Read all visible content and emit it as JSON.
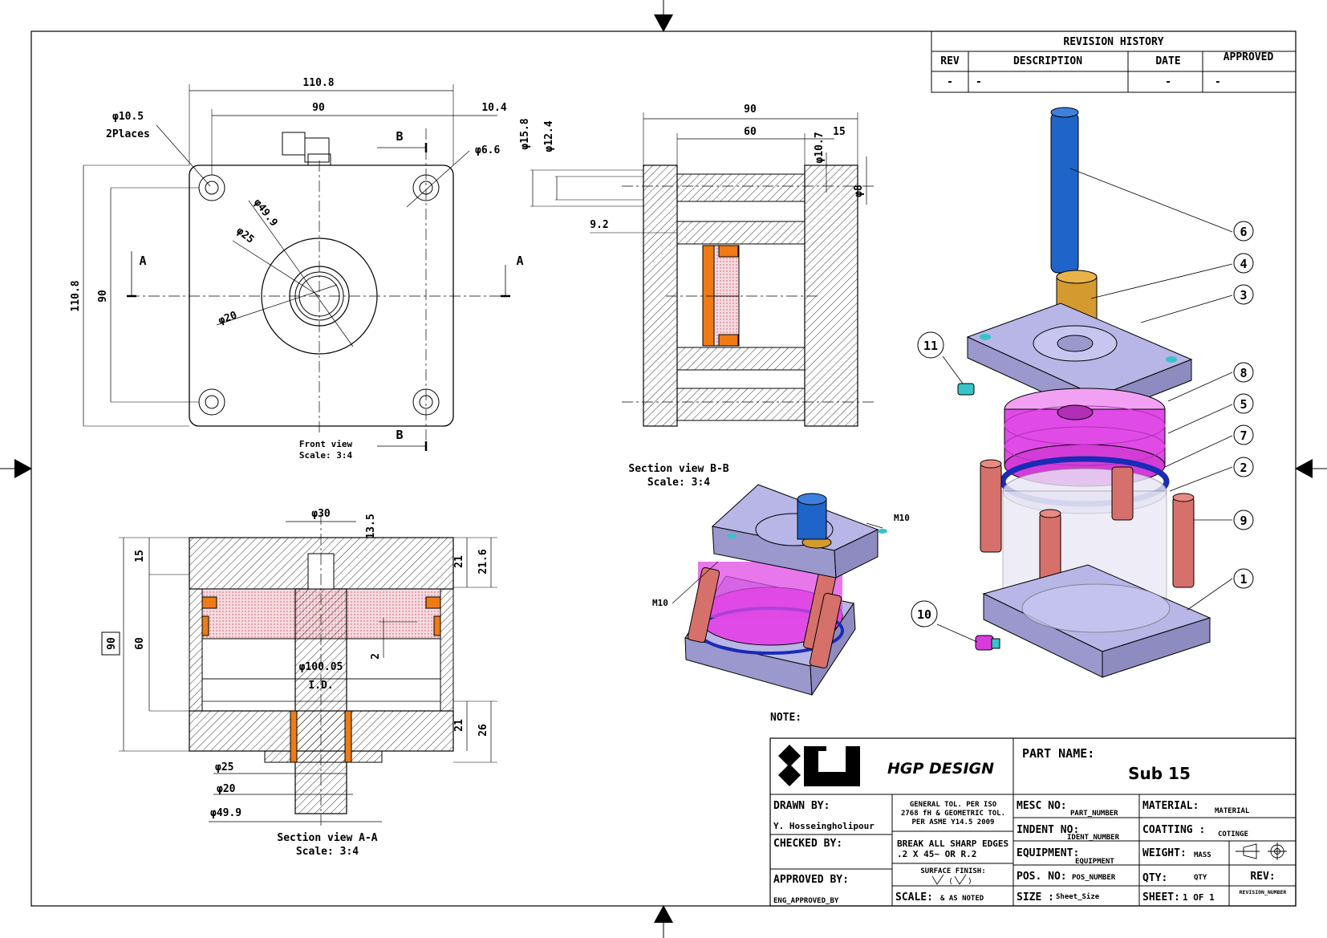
{
  "revision_history": {
    "title": "REVISION HISTORY",
    "columns": [
      "REV",
      "DESCRIPTION",
      "DATE",
      "APPROVED"
    ],
    "rows": [
      [
        "-",
        "-",
        "-",
        "-"
      ]
    ]
  },
  "views": {
    "front": {
      "title": "Front view",
      "scale": "Scale:  3:4"
    },
    "section_bb": {
      "title": "Section view B-B",
      "scale": "Scale:  3:4"
    },
    "section_aa": {
      "title": "Section view A-A",
      "scale": "Scale:  3:4"
    }
  },
  "section_markers": {
    "a": "A",
    "b": "B"
  },
  "dimensions": {
    "front": {
      "w_overall": "110.8",
      "w_holes": "90",
      "offset": "10.4",
      "h_overall": "110.8",
      "h_holes": "90",
      "hole_dia": "φ10.5",
      "hole_count": "2Places",
      "small_hole": "φ6.6",
      "d49": "φ49.9",
      "d25": "φ25",
      "d20": "φ20"
    },
    "section_bb": {
      "w_overall": "90",
      "w_inner": "60",
      "w_right": "15",
      "d15_8": "φ15.8",
      "d12_4": "φ12.4",
      "d10_7": "φ10.7",
      "d8": "φ8",
      "depth": "9.2"
    },
    "section_aa": {
      "d30": "φ30",
      "d13_5": "13.5",
      "h15": "15",
      "h60": "60",
      "h90": "90",
      "h21_top": "21",
      "h21_6": "21.6",
      "h21_bot": "21",
      "h26": "26",
      "gap2": "2",
      "bore": "φ100.05",
      "bore_label": "I.D.",
      "d25": "φ25",
      "d20": "φ20",
      "d49": "φ49.9"
    }
  },
  "iso_labels": {
    "m10_right": "M10",
    "m10_left": "M10"
  },
  "balloons": [
    "1",
    "2",
    "3",
    "4",
    "5",
    "6",
    "7",
    "8",
    "9",
    "10",
    "11"
  ],
  "note": "NOTE:",
  "title_block": {
    "company": "HGP DESIGN",
    "part_name_label": "PART NAME:",
    "part_name": "Sub 15",
    "drawn_by_label": "DRAWN BY:",
    "drawn_by": "Y. Hosseingholipour",
    "checked_by_label": "CHECKED BY:",
    "approved_by_label": "APPROVED BY:",
    "approved_by": "ENG_APPROVED_BY",
    "tolerance_1": "GENERAL TOL. PER ISO",
    "tolerance_2": "2768 fH & GEOMETRIC TOL.",
    "tolerance_3": "PER ASME Y14.5 2009",
    "edges_1": "BREAK ALL SHARP EDGES",
    "edges_2": ".2 X 45~ OR R.2",
    "surface_finish": "SURFACE FINISH:",
    "scale_label": "SCALE:",
    "scale_value": "& AS NOTED",
    "mesc_label": "MESC NO:",
    "mesc_value": "PART_NUMBER",
    "indent_label": "INDENT NO:",
    "indent_value": "IDENT_NUMBER",
    "equipment_label": "EQUIPMENT:",
    "equipment_value": "EQUIPMENT",
    "pos_label": "POS. NO:",
    "pos_value": "POS_NUMBER",
    "size_label": "SIZE :",
    "size_value": "Sheet_Size",
    "material_label": "MATERIAL:",
    "material_value": "MATERIAL",
    "coating_label": "COATTING :",
    "coating_value": "COTINGE",
    "weight_label": "WEIGHT:",
    "weight_value": "MASS",
    "qty_label": "QTY:",
    "qty_value": "QTY",
    "rev_label": "REV:",
    "rev_value": "REVISION_NUMBER",
    "sheet_label": "SHEET:",
    "sheet_value": "1 OF 1"
  },
  "colors": {
    "line": "#000000",
    "part_lavender": "#b8b6e6",
    "piston_magenta": "#e04ae6",
    "rod_blue": "#1f64c8",
    "bushing_gold": "#d49a30",
    "tie_rod_red": "#d6706a",
    "oring_navy": "#1a2bb5",
    "screw_teal": "#38c3c8",
    "seal_orange": "#f07a14",
    "seal_fill_pink": "#f2c8d0"
  },
  "icons": [
    "hgp-logo-icon",
    "projection-symbol-icon",
    "surface-finish-icon"
  ]
}
